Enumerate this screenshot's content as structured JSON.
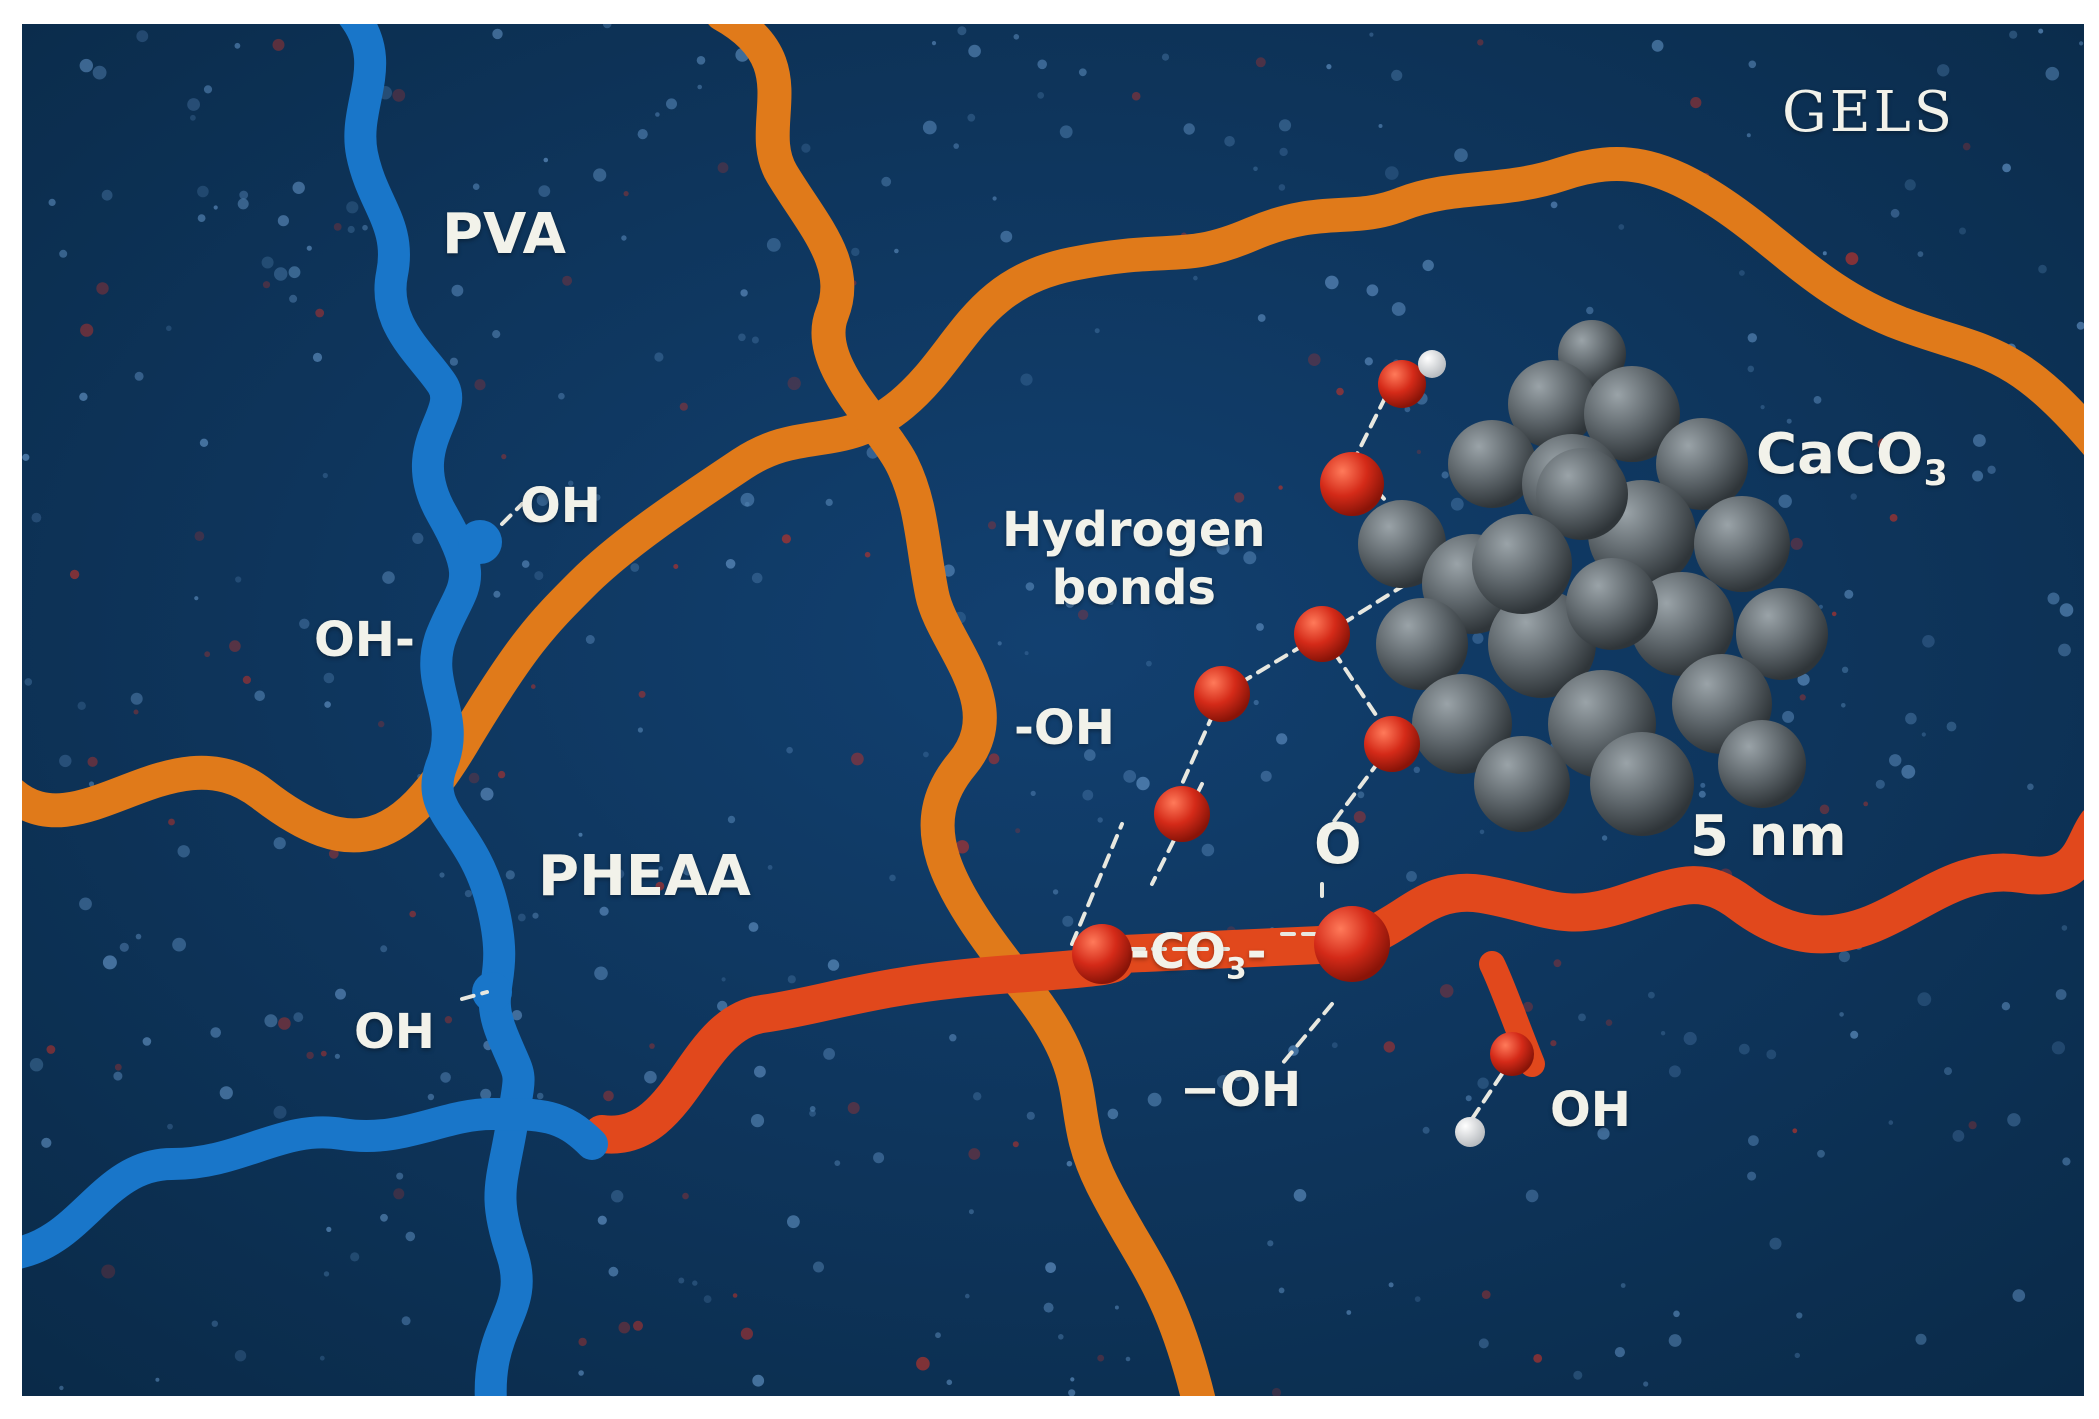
{
  "labels": {
    "gels": "GELS",
    "pva": "PVA",
    "pheaa": "PHEAA",
    "hydrogen_line1": "Hydrogen",
    "hydrogen_line2": "bonds",
    "caco3_base": "CaCO",
    "caco3_sub": "3",
    "scale": "5 nm",
    "co3_prefix": "-CO",
    "co3_sub": "3",
    "co3_suffix": "-",
    "o_atom": "O",
    "oh_pva_upper": "OH",
    "oh_pva_left": "OH-",
    "oh_pva_lower": "OH",
    "oh_orange": "-OH",
    "oh_bottom_center": "−OH",
    "oh_bottom_right": "OH"
  },
  "colors": {
    "background": "#0f3557",
    "pva_chain": "#1976c9",
    "pheaa_chain": "#e07a1a",
    "red_chain": "#e1481c",
    "oxygen": "#d42a18",
    "hydrogen": "#f1f1f1",
    "calcium_carbonate": "#5f676c",
    "label_text": "#f2f2ea"
  }
}
